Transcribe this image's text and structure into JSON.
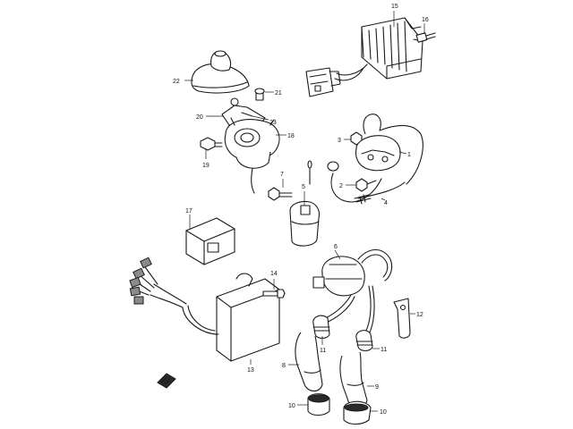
{
  "callouts": [
    {
      "id": "c1",
      "text": "1"
    },
    {
      "id": "c2",
      "text": "2"
    },
    {
      "id": "c3",
      "text": "3"
    },
    {
      "id": "c4",
      "text": "4"
    },
    {
      "id": "c5",
      "text": "5"
    },
    {
      "id": "c6",
      "text": "6"
    },
    {
      "id": "c7",
      "text": "7"
    },
    {
      "id": "c8",
      "text": "8"
    },
    {
      "id": "c9",
      "text": "9"
    },
    {
      "id": "c10a",
      "text": "10"
    },
    {
      "id": "c10b",
      "text": "10"
    },
    {
      "id": "c11a",
      "text": "11"
    },
    {
      "id": "c11b",
      "text": "11"
    },
    {
      "id": "c12",
      "text": "12"
    },
    {
      "id": "c13",
      "text": "13"
    },
    {
      "id": "c14",
      "text": "14"
    },
    {
      "id": "c15",
      "text": "15"
    },
    {
      "id": "c16",
      "text": "16"
    },
    {
      "id": "c17",
      "text": "17"
    },
    {
      "id": "c18",
      "text": "18"
    },
    {
      "id": "c19",
      "text": "19"
    },
    {
      "id": "c20",
      "text": "20"
    },
    {
      "id": "c21",
      "text": "21"
    },
    {
      "id": "c22",
      "text": "22"
    },
    {
      "id": "c23",
      "text": "23"
    }
  ],
  "icons": {
    "front_arrow": "front-arrow-icon"
  }
}
